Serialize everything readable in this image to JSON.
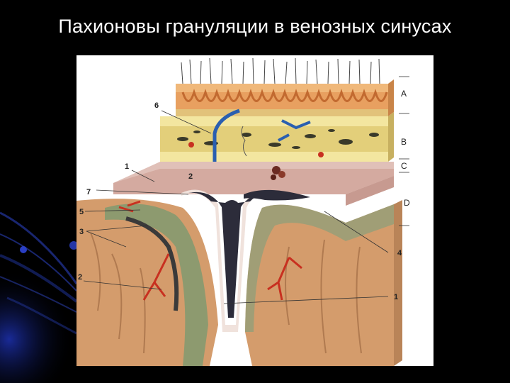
{
  "slide": {
    "title": "Пахионовы грануляции в венозных синусах"
  },
  "figure": {
    "layer_labels": [
      "A",
      "B",
      "C",
      "D"
    ],
    "number_labels": [
      "6",
      "1",
      "2",
      "7",
      "5",
      "3",
      "2",
      "4",
      "1"
    ]
  },
  "colors": {
    "background": "#000000",
    "accent_blue": "#1a2a8a",
    "title": "#ffffff",
    "skin": "#e8a060",
    "bone": "#f3e6a0",
    "dura": "#e0c0b8",
    "cortex": "#d49c6c",
    "vessel_blue": "#2a5fb0",
    "vessel_red": "#c83020"
  }
}
